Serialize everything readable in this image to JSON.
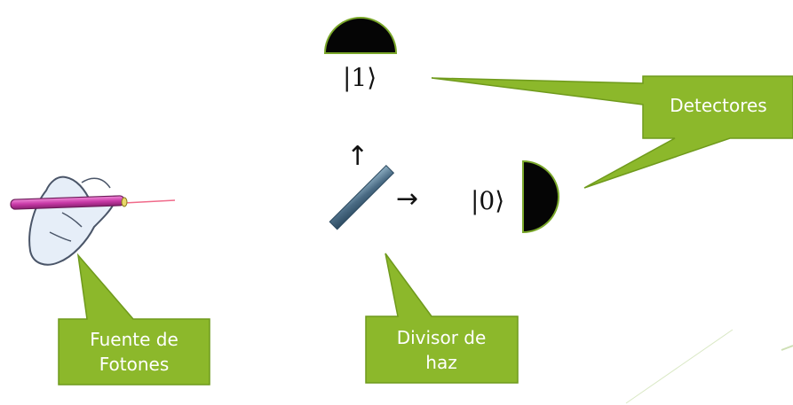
{
  "callouts": {
    "source": {
      "line1": "Fuente de",
      "line2": "Fotones"
    },
    "beam_splitter": {
      "line1": "Divisor de",
      "line2": "haz"
    },
    "detectors": {
      "label": "Detectores"
    }
  },
  "states": {
    "ket_one": "|1⟩",
    "ket_zero": "|0⟩"
  },
  "arrows": {
    "up": "↑",
    "right": "→"
  },
  "colors": {
    "callout_fill": "#8cb82b",
    "callout_stroke": "#6f9a1c",
    "detector_fill": "#050505",
    "detector_stroke": "#7aa72a",
    "splitter": "#4a6b84",
    "laser_pointer": "#c93aa8",
    "laser_beam": "#f06a8a",
    "glove": "#e6eef8"
  }
}
